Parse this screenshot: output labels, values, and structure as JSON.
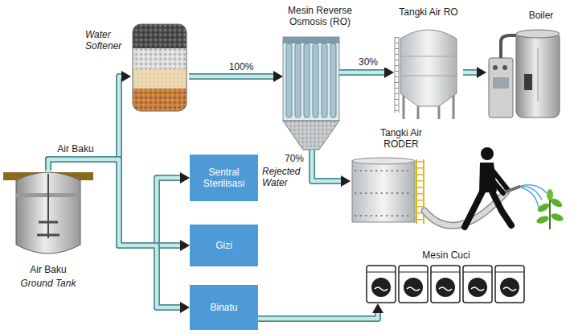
{
  "diagram": {
    "nodes": [
      {
        "text": [
          "Water Softener"
        ]
      },
      {
        "text": [
          "Mesin Reverse Osmosis (RO)"
        ]
      },
      {
        "text": [
          "Tangki Air RO"
        ]
      },
      {
        "text": [
          "Boiler"
        ]
      },
      {
        "text": [
          "Tangki Air RODER"
        ]
      },
      {
        "text": [
          "Air Baku",
          "Ground Tank"
        ]
      },
      {
        "text": [
          "Sentral Sterilisasi"
        ]
      },
      {
        "text": [
          "Gizi"
        ]
      },
      {
        "text": [
          "Binatu"
        ]
      },
      {
        "text": [
          "Mesin Cuci"
        ]
      }
    ],
    "edges": [
      {
        "from": 5,
        "to": 0,
        "arrow": "to"
      },
      {
        "from": 0,
        "to": 1,
        "label": "100%",
        "arrow": "to"
      },
      {
        "from": 1,
        "to": 2,
        "label": "30%",
        "arrow": "to"
      },
      {
        "from": 2,
        "to": 3,
        "arrow": "to"
      },
      {
        "from": 1,
        "to": 4,
        "label": "70%",
        "arrow": "to"
      },
      {
        "from": 5,
        "to": 6,
        "arrow": "to"
      },
      {
        "from": 5,
        "to": 7,
        "arrow": "to"
      },
      {
        "from": 5,
        "to": 8,
        "arrow": "to"
      },
      {
        "from": 8,
        "to": 9,
        "arrow": "to"
      }
    ],
    "labels": [
      "Air Baku",
      "Rejected Water"
    ]
  }
}
